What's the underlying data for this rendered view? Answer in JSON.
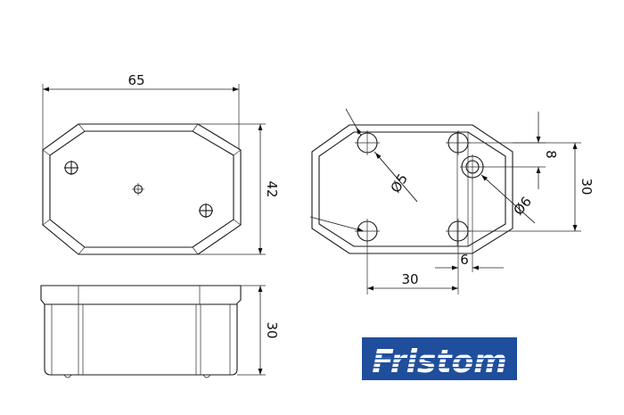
{
  "dimensions": {
    "width_65": "65",
    "height_42": "42",
    "depth_30": "30",
    "hole_d5": "Ø5",
    "hole_d6": "Ø6",
    "spacing_8": "8",
    "spacing_30_vertical": "30",
    "spacing_30_horizontal": "30",
    "offset_6": "6"
  },
  "logo": {
    "text": "Fristom",
    "background": "#1f4e9c",
    "stripe": "#ffffff"
  }
}
